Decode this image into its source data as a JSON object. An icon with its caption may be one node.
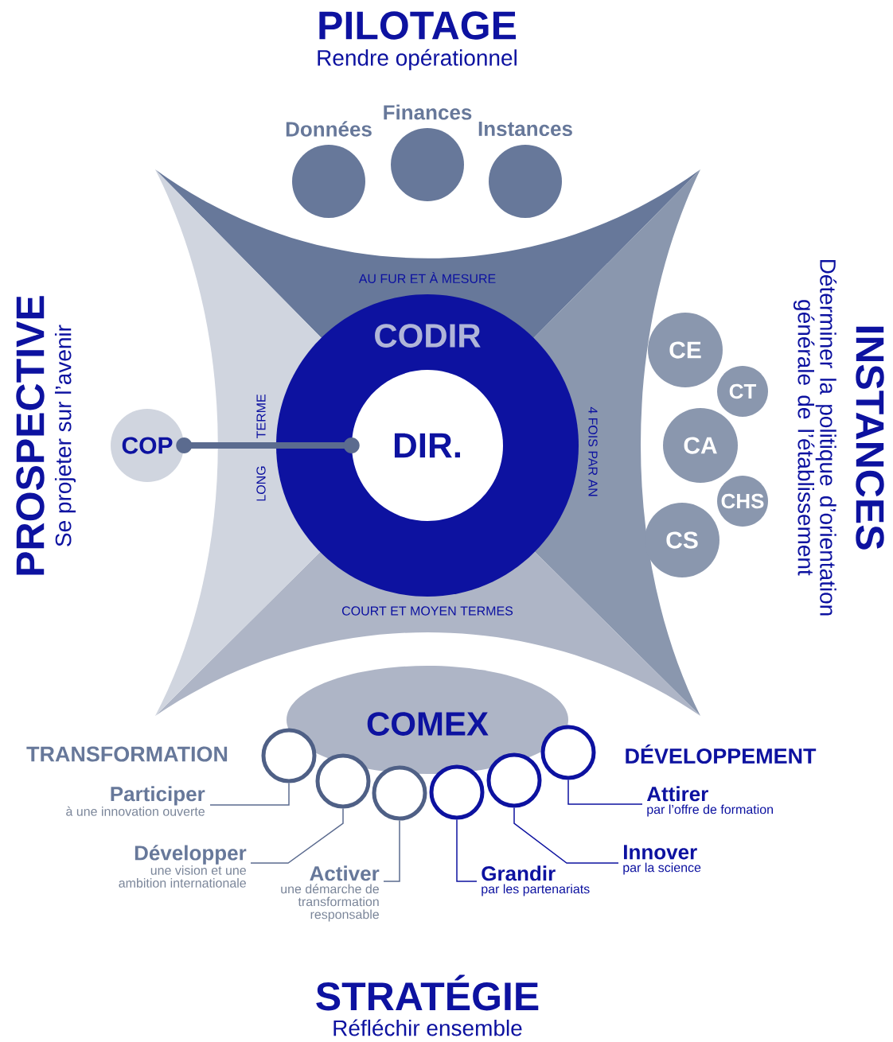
{
  "diagram": {
    "nodes": [
      {
        "text": [
          "Données"
        ]
      },
      {
        "text": [
          "Finances"
        ]
      },
      {
        "text": [
          "Instances"
        ]
      },
      {
        "text": [
          "CODIR"
        ]
      },
      {
        "text": [
          "DIR."
        ],
        "in": 3
      },
      {
        "text": [
          "COP"
        ]
      },
      {
        "text": [
          "CE"
        ]
      },
      {
        "text": [
          "CT"
        ]
      },
      {
        "text": [
          "CA"
        ]
      },
      {
        "text": [
          "CHS"
        ]
      },
      {
        "text": [
          "CS"
        ]
      },
      {
        "text": [
          "COMEX"
        ]
      },
      {
        "text": [],
        "shape": "circle"
      },
      {
        "text": [],
        "shape": "circle"
      },
      {
        "text": [],
        "shape": "circle"
      },
      {
        "text": [],
        "shape": "circle"
      },
      {
        "text": [],
        "shape": "circle"
      },
      {
        "text": [],
        "shape": "circle"
      },
      {
        "text": [
          "Participer",
          "à une innovation ouverte"
        ]
      },
      {
        "text": [
          "Développer",
          "une vision et une ambition internationale"
        ]
      },
      {
        "text": [
          "Activer",
          "une démarche de transformation responsable"
        ]
      },
      {
        "text": [
          "Grandir",
          "par les partenariats"
        ]
      },
      {
        "text": [
          "Innover",
          "par la science"
        ]
      },
      {
        "text": [
          "Attirer",
          "par l’offre de formation"
        ]
      }
    ],
    "edges": [
      {
        "from": 5,
        "to": 4,
        "arrow": "other",
        "style": "thick",
        "color": "#5b6b8f"
      },
      {
        "from": 18,
        "to": 12,
        "arrow": "none",
        "color": "#5b6b8f"
      },
      {
        "from": 19,
        "to": 13,
        "arrow": "none",
        "color": "#5b6b8f"
      },
      {
        "from": 20,
        "to": 14,
        "arrow": "none",
        "color": "#5b6b8f"
      },
      {
        "from": 21,
        "to": 15,
        "arrow": "none",
        "color": "#0d12a0"
      },
      {
        "from": 22,
        "to": 16,
        "arrow": "none",
        "color": "#0d12a0"
      },
      {
        "from": 23,
        "to": 17,
        "arrow": "none",
        "color": "#0d12a0"
      }
    ],
    "labels": [
      "PILOTAGE",
      "Rendre opérationnel",
      "PROSPECTIVE",
      "Se projeter sur l’avenir",
      "INSTANCES",
      "Déterminer la politique d’orientation générale de l’établissement",
      "AU FUR ET À MESURE",
      "LONG TERME",
      "4 FOIS PAR AN",
      "COURT ET MOYEN TERMES",
      "TRANSFORMATION",
      "DÉVELOPPEMENT",
      "STRATÉGIE",
      "Réfléchir ensemble"
    ]
  }
}
